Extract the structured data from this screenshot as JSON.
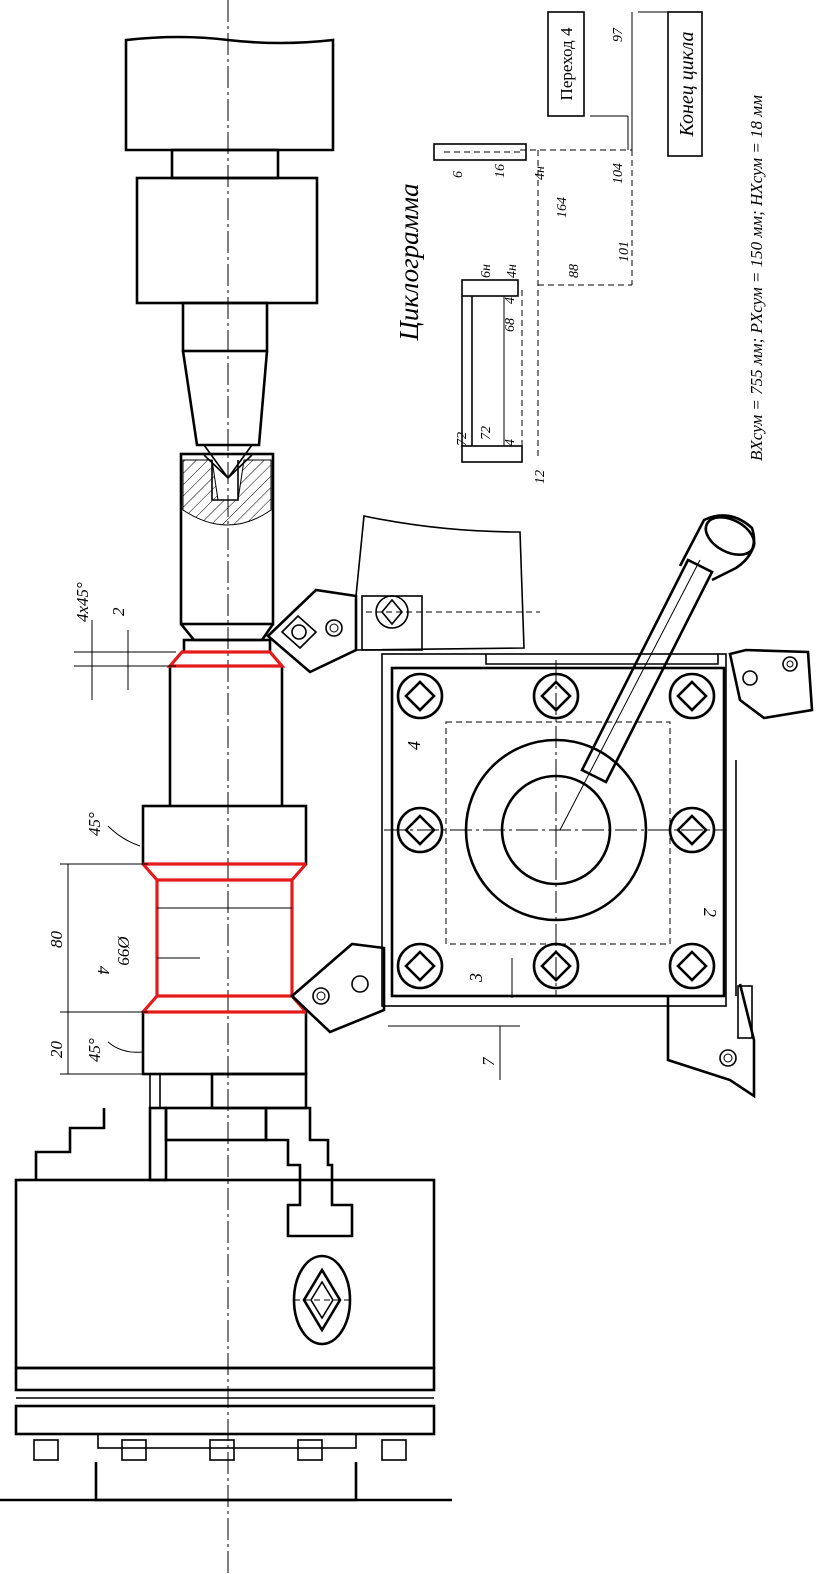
{
  "diagram": {
    "title": "Циклограмма",
    "label_transition": "Переход 4",
    "label_cycle_end": "Конец цикла",
    "formula": "BXсум = 755 мм;  PXсум = 150 мм;  HXсум = 18 мм",
    "cyclogram_numbers": {
      "n97": "97",
      "n104": "104",
      "n101": "101",
      "n88": "88",
      "n164": "164",
      "n16": "16",
      "n6": "6",
      "n4h_a": "4н",
      "n6h": "6н",
      "n4h_b": "4н",
      "n68": "68",
      "n4a": "4",
      "n4b": "4",
      "n72a": "72",
      "n72b": "72",
      "n4c": "4",
      "n12": "12"
    },
    "part_dims": {
      "chamfer": "4x45°",
      "d2": "2",
      "ang1": "45°",
      "d80": "80",
      "d99": "Ø99",
      "d4": "4",
      "d20": "20",
      "ang2": "45°",
      "d7": "7"
    },
    "tool_positions": {
      "p4": "4",
      "p3": "3",
      "p2": "2"
    },
    "colors": {
      "highlight": "#e41b1b",
      "line": "#000000",
      "background": "#ffffff"
    }
  }
}
